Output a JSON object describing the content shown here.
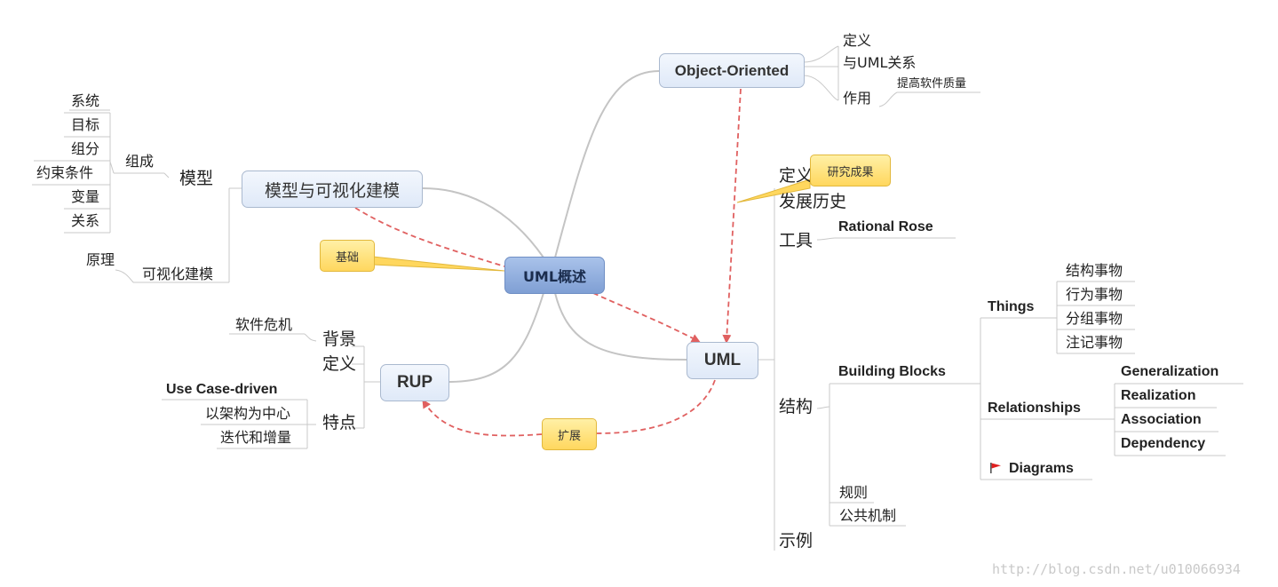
{
  "central": "UML概述",
  "object_oriented": {
    "title": "Object-Oriented",
    "definition": "定义",
    "relation": "与UML关系",
    "purpose": "作用",
    "purpose_detail": "提高软件质量"
  },
  "modeling": {
    "title": "模型与可视化建模",
    "model": "模型",
    "composition": "组成",
    "components": [
      "系统",
      "目标",
      "组分",
      "约束条件",
      "变量",
      "关系"
    ],
    "visual_modeling": "可视化建模",
    "principle": "原理",
    "callout": "基础"
  },
  "rup": {
    "title": "RUP",
    "background": "背景",
    "background_detail": "软件危机",
    "definition": "定义",
    "features": "特点",
    "feature_items": [
      "Use Case-driven",
      "以架构为中心",
      "迭代和增量"
    ],
    "callout": "扩展"
  },
  "uml": {
    "title": "UML",
    "definition": "定义",
    "definition_callout": "研究成果",
    "history": "发展历史",
    "tools": "工具",
    "tool_item": "Rational Rose",
    "structure": "结构",
    "building_blocks": "Building Blocks",
    "things": "Things",
    "thing_items": [
      "结构事物",
      "行为事物",
      "分组事物",
      "注记事物"
    ],
    "relationships": "Relationships",
    "relationship_items": [
      "Generalization",
      "Realization",
      "Association",
      "Dependency"
    ],
    "diagrams": "Diagrams",
    "rules": "规则",
    "mechanisms": "公共机制",
    "examples": "示例"
  },
  "watermark": "http://blog.csdn.net/u010066934",
  "colors": {
    "central_fill": "#8fadde",
    "topic_fill": "#e8effa",
    "callout_fill": "#ffe27a",
    "dashed_relation": "#e06060",
    "branch_line": "#c4c4c4"
  },
  "icons": {
    "diagrams": "red-flag-icon"
  }
}
